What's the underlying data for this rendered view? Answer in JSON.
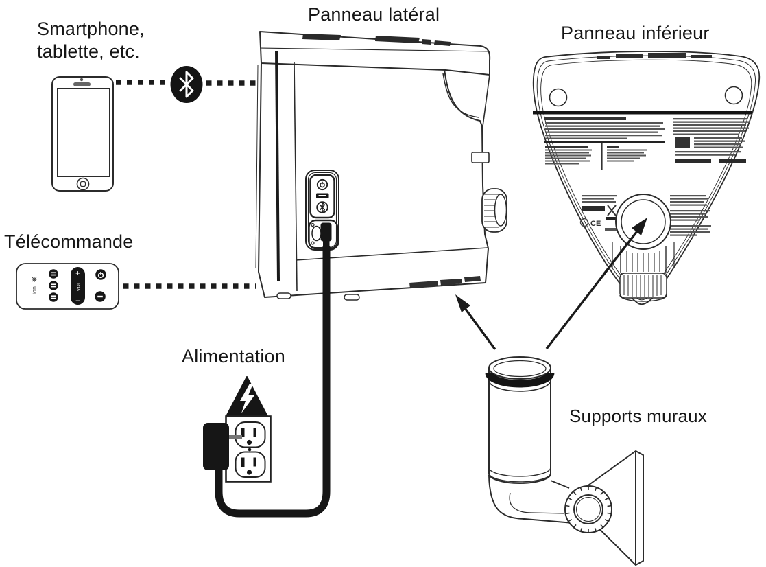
{
  "colors": {
    "ink": "#1f1f1f",
    "paper": "#ffffff"
  },
  "labels": {
    "side_panel": "Panneau latéral",
    "bottom_panel": "Panneau inférieur",
    "smartphone_line1": "Smartphone,",
    "smartphone_line2": "tablette, etc.",
    "remote": "Télécommande",
    "power_supply": "Alimentation",
    "wall_mounts": "Supports muraux"
  },
  "remote_control": {
    "brand": "ion",
    "volume_plus": "+",
    "volume_label": "VOL",
    "volume_minus": "−"
  },
  "bottom_panel_label": {
    "ce_mark": "CE"
  },
  "icons": {
    "bluetooth_badge": "bluetooth-icon",
    "warning_high_voltage": "high-voltage-triangle-icon",
    "power_button": "power-icon",
    "usb_port": "usb-port-icon",
    "bluetooth_button": "bluetooth-icon",
    "home_button": "home-button-icon"
  }
}
